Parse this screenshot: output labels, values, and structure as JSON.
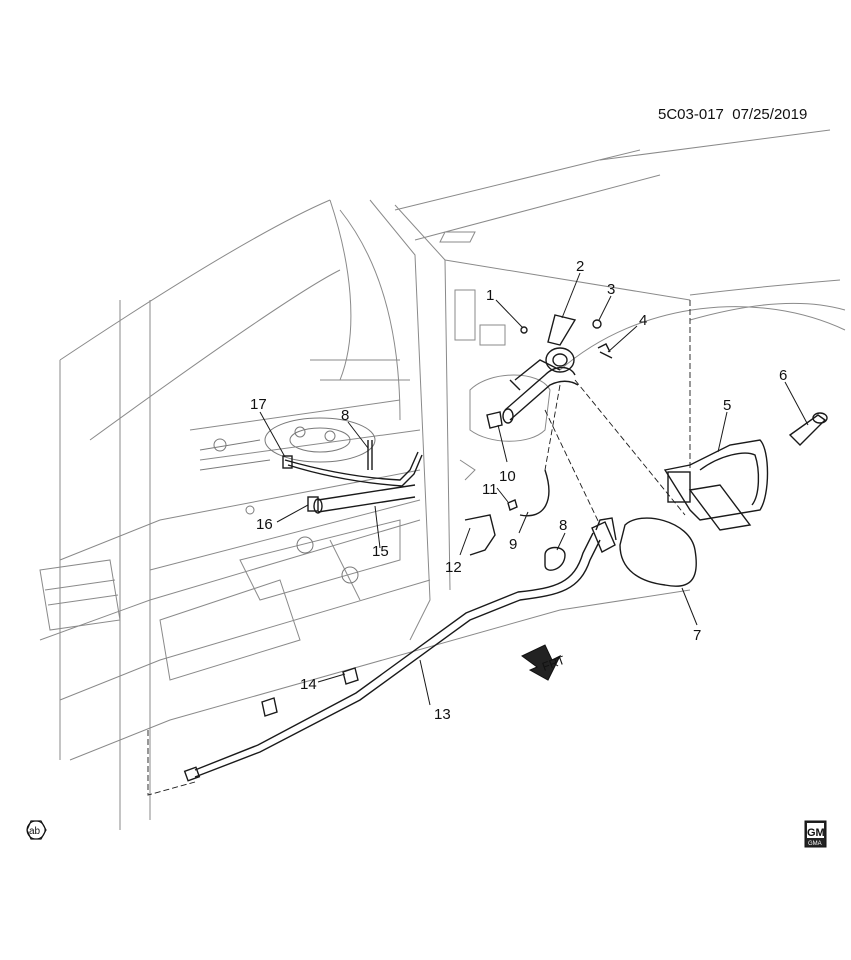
{
  "header": {
    "code": "5C03-017",
    "date": "07/25/2019"
  },
  "callouts": [
    "1",
    "2",
    "3",
    "4",
    "5",
    "6",
    "7",
    "8",
    "9",
    "10",
    "11",
    "12",
    "13",
    "14",
    "15",
    "16",
    "17",
    "8"
  ],
  "direction_label": "FRT",
  "badge_ab": "ab",
  "logo": {
    "top": "GM",
    "bottom": "GMA"
  },
  "colors": {
    "line": "#1a1a1a",
    "light_line": "#7a7a7a",
    "background": "#ffffff"
  }
}
